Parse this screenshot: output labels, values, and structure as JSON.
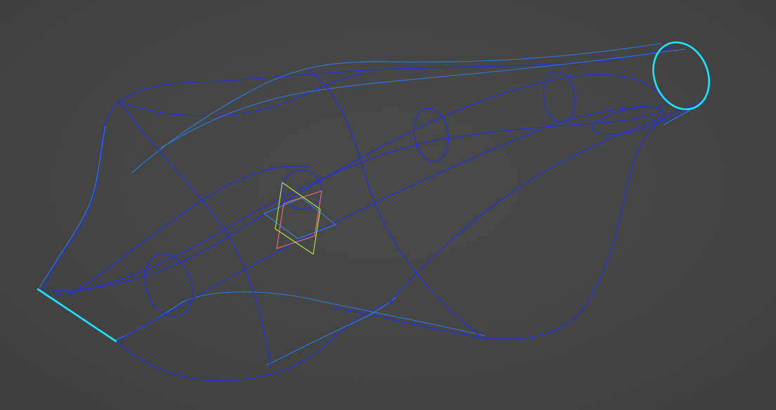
{
  "viewport": {
    "background": "#444444",
    "colors": {
      "curve": "#1f2ef0",
      "secondary_curve": "#2a7be0",
      "selected": "#19e6ff",
      "gizmo_x": "#b6e83a",
      "gizmo_y": "#e8707a",
      "gizmo_z": "#2f86d6"
    }
  },
  "scene": {
    "objects": [
      {
        "name": "wireframe-surface",
        "icon": "wireframe"
      },
      {
        "name": "selected-end-circle",
        "icon": "circle",
        "selected": true
      },
      {
        "name": "selected-edge",
        "icon": "line",
        "selected": true
      },
      {
        "name": "transform-gizmo",
        "icon": "move-gizmo"
      }
    ]
  }
}
